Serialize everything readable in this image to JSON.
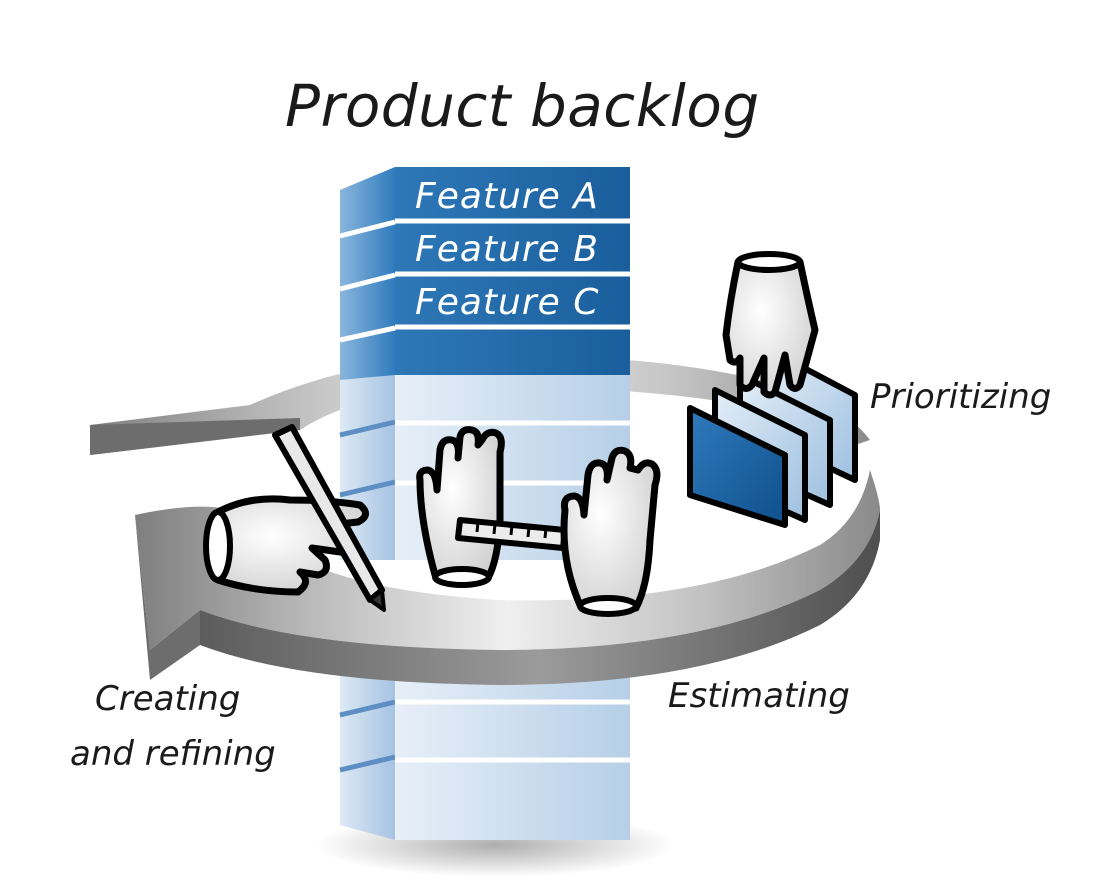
{
  "diagram": {
    "title": "Product backlog",
    "features": [
      "Feature A",
      "Feature B",
      "Feature C"
    ],
    "activities": {
      "prioritizing": "Prioritizing",
      "estimating": "Estimating",
      "creating_line1": "Creating",
      "creating_line2": "and refining"
    },
    "colors": {
      "backlog_dark": "#1a5e9c",
      "backlog_light": "#c9dced",
      "loop_gray": "#9a9a9a",
      "ink": "#000000"
    },
    "icons": [
      "pencil-icon",
      "ruler-icon",
      "hand-icon",
      "card-stack-icon"
    ]
  }
}
